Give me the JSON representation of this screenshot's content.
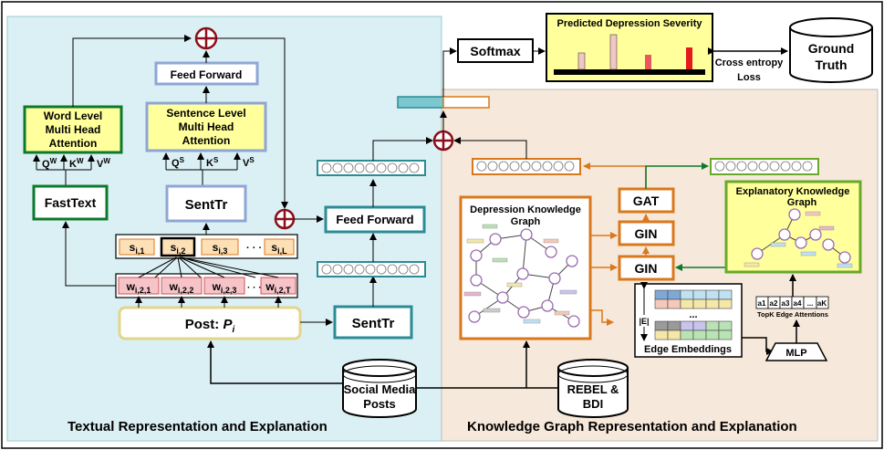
{
  "sections": {
    "textual": "Textual Representation and Explanation",
    "kg": "Knowledge Graph Representation and Explanation"
  },
  "left": {
    "word_attn": [
      "Word Level",
      "Multi Head",
      "Attention"
    ],
    "word_qkv": [
      "Q",
      "K",
      "V"
    ],
    "word_sup": "W",
    "fasttext": "FastText",
    "feed_forward_top": "Feed Forward",
    "sent_attn": [
      "Sentence Level",
      "Multi Head",
      "Attention"
    ],
    "sent_qkv": [
      "Q",
      "K",
      "V"
    ],
    "sent_sup": "S",
    "senttr_top": "SentTr",
    "sentences": [
      "s",
      "s",
      "s",
      "s"
    ],
    "sentence_subs": [
      "i,1",
      "i,2",
      "i,3",
      "i,L"
    ],
    "words": [
      "w",
      "w",
      "w",
      "w"
    ],
    "word_subs": [
      "i,2,1",
      "i,2,2",
      "i,2,3",
      "i,2,T"
    ],
    "dots": "· · ·",
    "post_prefix": "Post: ",
    "post_var": "P",
    "post_sub": "i",
    "senttr_mid": "SentTr",
    "feed_forward_mid": "Feed Forward"
  },
  "top": {
    "softmax": "Softmax",
    "predicted": "Predicted Depression Severity",
    "loss": [
      "Cross entropy",
      "Loss"
    ],
    "ground_truth": [
      "Ground",
      "Truth"
    ]
  },
  "bottom": {
    "social_media": [
      "Social Media",
      "Posts"
    ],
    "rebel": [
      "REBEL &",
      "BDI"
    ]
  },
  "right": {
    "dkg": [
      "Depression  Knowledge",
      "Graph"
    ],
    "gat": "GAT",
    "gin1": "GIN",
    "gin2": "GIN",
    "ekg": [
      "Explanatory Knowledge",
      "Graph"
    ],
    "edge_embeddings": "Edge Embeddings",
    "e_label": "|E|",
    "ellipsis": "...",
    "mlp": "MLP",
    "topk_label": "TopK Edge Attentions",
    "topk_items": [
      "a1",
      "a2",
      "a3",
      "a4",
      "...",
      "aK"
    ]
  },
  "colors": {
    "left_bg": "#dbf0f4",
    "right_bg": "#f6e8da",
    "yellow": "#ffff9c",
    "green": "#0c7a2b",
    "blue_box": "#8fa6d4",
    "teal": "#2a8c94",
    "orange": "#d9781c",
    "dark_red": "#8a0f1a",
    "pink": "#f2c6c6",
    "bar_red": "#e51a1a"
  }
}
